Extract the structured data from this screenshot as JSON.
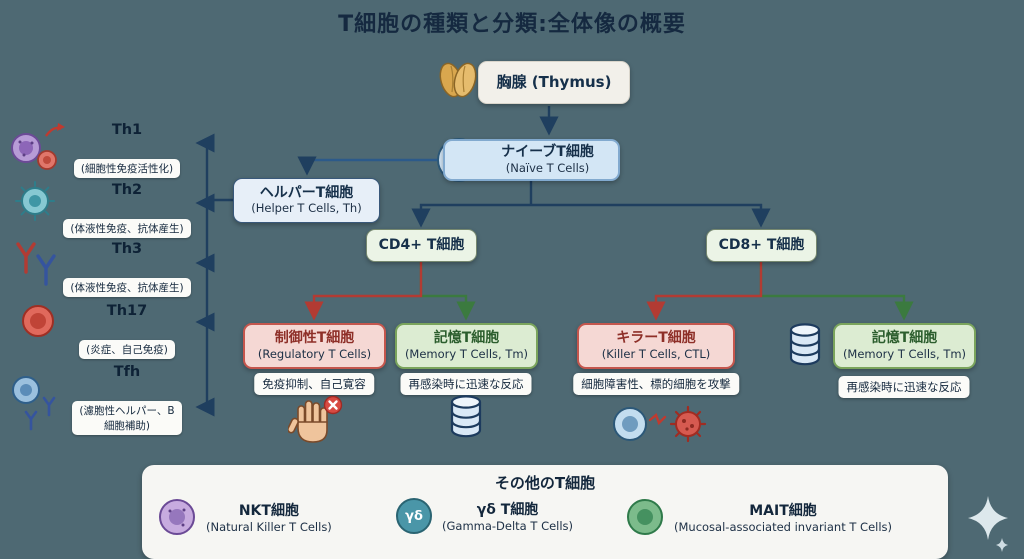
{
  "title": "T細胞の種類と分類:全体像の概要",
  "colors": {
    "background": "#4e6973",
    "arrow_main": "#1f3f5f",
    "arrow_red": "#b23b33",
    "arrow_green": "#3b7a3f",
    "box_pink": "#f5d8d4",
    "box_green": "#dcecd2",
    "box_blue": "#d3e6f5"
  },
  "nodes": {
    "thymus": {
      "label": "胸腺 (Thymus)"
    },
    "naive": {
      "jp": "ナイーブT細胞",
      "en": "(Naïve T Cells)"
    },
    "helper": {
      "jp": "ヘルパーT細胞",
      "en": "(Helper T Cells, Th)"
    },
    "cd4": {
      "label": "CD4+ T細胞"
    },
    "cd8": {
      "label": "CD8+ T細胞"
    },
    "treg": {
      "jp": "制御性T細胞",
      "en": "(Regulatory T Cells)",
      "note": "免疫抑制、自己寛容"
    },
    "memory_cd4": {
      "jp": "記憶T細胞",
      "en": "(Memory T Cells, Tm)",
      "note": "再感染時に迅速な反応"
    },
    "killer": {
      "jp": "キラーT細胞",
      "en": "(Killer T Cells, CTL)",
      "note": "細胞障害性、標的細胞を攻撃"
    },
    "memory_cd8": {
      "jp": "記憶T細胞",
      "en": "(Memory T Cells, Tm)",
      "note": "再感染時に迅速な反応"
    }
  },
  "th_subsets": [
    {
      "name": "Th1",
      "desc": "(細胞性免疫活性化)"
    },
    {
      "name": "Th2",
      "desc": "(体液性免疫、抗体産生)"
    },
    {
      "name": "Th3",
      "desc": "(体液性免疫、抗体産生)"
    },
    {
      "name": "Th17",
      "desc": "(炎症、自己免疫)"
    },
    {
      "name": "Tfh",
      "desc": "(濾胞性ヘルパー、B細胞補助)"
    }
  ],
  "others": {
    "title": "その他のT細胞",
    "items": [
      {
        "jp": "NKT細胞",
        "en": "(Natural Killer T Cells)"
      },
      {
        "jp": "γδ T細胞",
        "en": "(Gamma-Delta T Cells)",
        "icon_text": "γδ"
      },
      {
        "jp": "MAIT細胞",
        "en": "(Mucosal-associated invariant T Cells)"
      }
    ]
  }
}
